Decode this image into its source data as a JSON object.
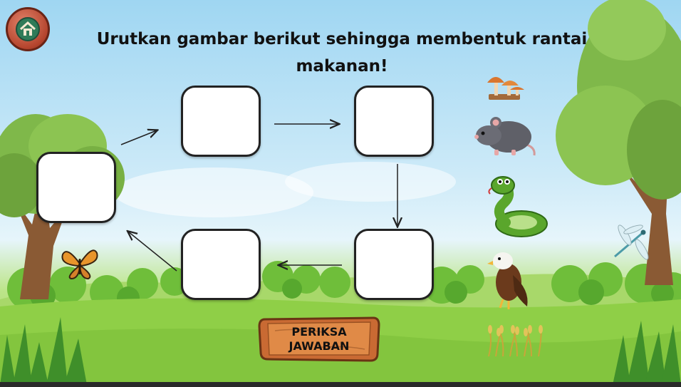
{
  "instruction": "Urutkan gambar berikut sehingga membentuk rantai makanan!",
  "home_button": {
    "icon": "home-icon"
  },
  "check_button": {
    "label": "PERIKSA\nJAWABAN"
  },
  "answer_slots": [
    {
      "id": "slot-left"
    },
    {
      "id": "slot-top-1"
    },
    {
      "id": "slot-top-2"
    },
    {
      "id": "slot-bottom-right"
    },
    {
      "id": "slot-bottom-left"
    }
  ],
  "draggable_items": [
    {
      "name": "mushroom",
      "icon": "mushroom-icon"
    },
    {
      "name": "rat",
      "icon": "rat-icon"
    },
    {
      "name": "snake",
      "icon": "snake-icon"
    },
    {
      "name": "eagle",
      "icon": "eagle-icon"
    },
    {
      "name": "rice-plant",
      "icon": "rice-plant-icon"
    }
  ],
  "decorations": [
    "tree-left",
    "tree-right",
    "butterfly",
    "dragonfly",
    "bushes",
    "grass-tufts"
  ],
  "colors": {
    "sky_top": "#9fd6f2",
    "grass": "#8dcc45",
    "slot_border": "#222222",
    "wood_button": "#c96a33",
    "home_button": "#b4442d",
    "home_inner": "#2f7b58"
  }
}
